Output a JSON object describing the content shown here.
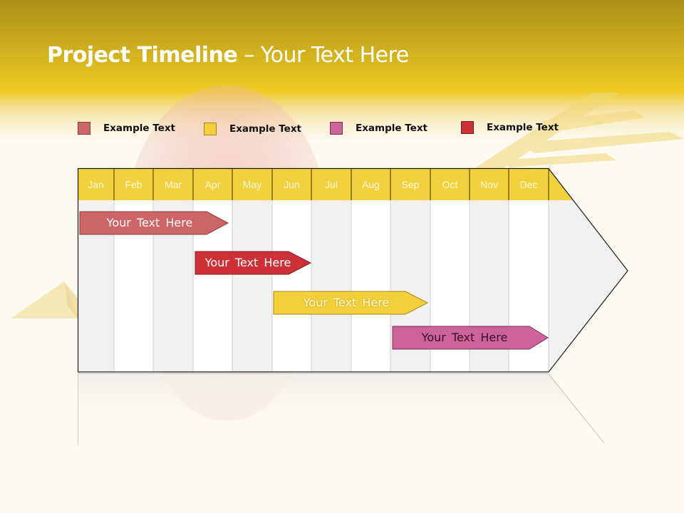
{
  "slide": {
    "title_bold": "Project Timeline",
    "title_rest": " – Your Text Here"
  },
  "legend": [
    {
      "label": "Example Text",
      "color": "#cd6467",
      "border": "#8f3a3c"
    },
    {
      "label": "Example Text",
      "color": "#f2d03a",
      "border": "#a8861b"
    },
    {
      "label": "Example Text",
      "color": "#cd6499",
      "border": "#7a2f58"
    },
    {
      "label": "Example Text",
      "color": "#cd3136",
      "border": "#7e1e22"
    }
  ],
  "timeline": {
    "months": [
      "Jan",
      "Feb",
      "Mar",
      "Apr",
      "May",
      "Jun",
      "Jul",
      "Aug",
      "Sep",
      "Oct",
      "Nov",
      "Dec"
    ],
    "header_color": "#f2d13f",
    "tasks": [
      {
        "label": "Your  Text Here",
        "start": "Jan",
        "end": "Apr",
        "color": "#cd6467",
        "text_color": "#ffffff"
      },
      {
        "label": "Your  Text Here",
        "start": "Apr",
        "end": "Jun",
        "color": "#cd3136",
        "text_color": "#ffffff"
      },
      {
        "label": "Your  Text Here",
        "start": "Jun",
        "end": "Aug",
        "color": "#f2d03a",
        "text_color": "#fff8d8"
      },
      {
        "label": "Your  Text Here",
        "start": "Sep",
        "end": "Dec",
        "color": "#cd6499",
        "text_color": "#3a0d24"
      }
    ]
  }
}
